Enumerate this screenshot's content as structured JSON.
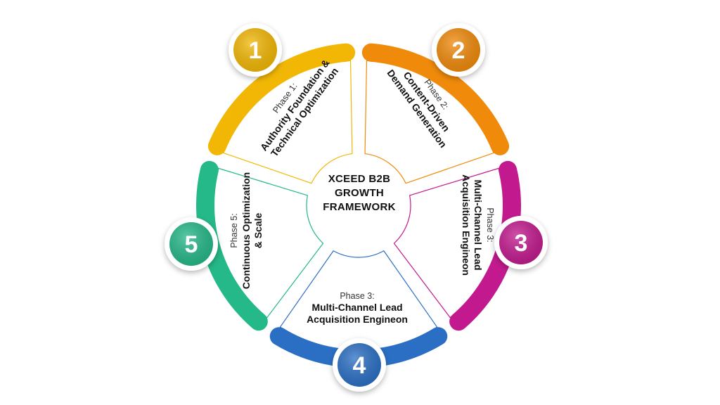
{
  "center": {
    "line1": "XCEED B2B",
    "line2": "GROWTH",
    "line3": "FRAMEWORK"
  },
  "segments": [
    {
      "number": "1",
      "phase": "Phase 1:",
      "title1": "Authority Foundation  &",
      "title2": "Technical Optimization",
      "color": "#F2B705"
    },
    {
      "number": "2",
      "phase": "Phase 2:",
      "title1": "Content-Driven",
      "title2": "Demand Generation",
      "color": "#F08A0A"
    },
    {
      "number": "3",
      "phase": "Phase 3:",
      "title1": "Multi-Channel Lead",
      "title2": "Acquisition Engineon",
      "color": "#C21A8E"
    },
    {
      "number": "4",
      "phase": "Phase 3:",
      "title1": "Multi-Channel Lead",
      "title2": "Acquisition Engineon",
      "color": "#2A6FC4"
    },
    {
      "number": "5",
      "phase": "Phase 5:",
      "title1": "Continuous Optimization",
      "title2": "& Scale",
      "color": "#25B888"
    }
  ]
}
